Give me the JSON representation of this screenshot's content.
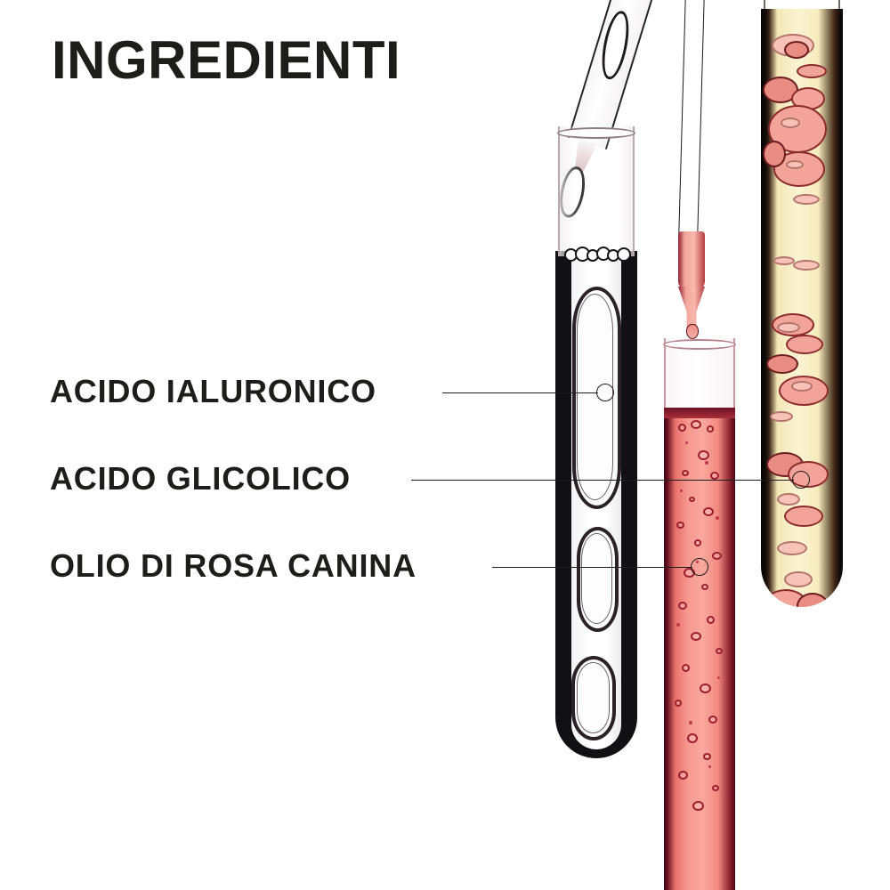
{
  "page": {
    "title": "INGREDIENTI",
    "background_color": "#ffffff",
    "text_color": "#1d1d1b"
  },
  "ingredients": [
    {
      "label": "ACIDO IALURONICO",
      "callout_target": "clear-gel-test-tube"
    },
    {
      "label": "ACIDO GLICOLICO",
      "callout_target": "yellow-oil-test-tube"
    },
    {
      "label": "OLIO DI ROSA CANINA",
      "callout_target": "rose-liquid-test-tube"
    }
  ],
  "objects": {
    "tube_clear": {
      "name": "clear-gel-test-tube",
      "liquid_color": "#111014",
      "glass_color": "#b9a8ad"
    },
    "tube_rose": {
      "name": "rose-liquid-test-tube",
      "liquid_color": "#f4867e",
      "edge_color": "#5a1020"
    },
    "tube_yellow": {
      "name": "yellow-oil-test-tube",
      "liquid_color": "#f5ecc0",
      "blob_color": "#f2a49a"
    },
    "pipette_clear": {
      "name": "clear-pipette"
    },
    "pipette_rose": {
      "name": "rose-pipette",
      "liquid_color": "#f4a79d"
    }
  }
}
